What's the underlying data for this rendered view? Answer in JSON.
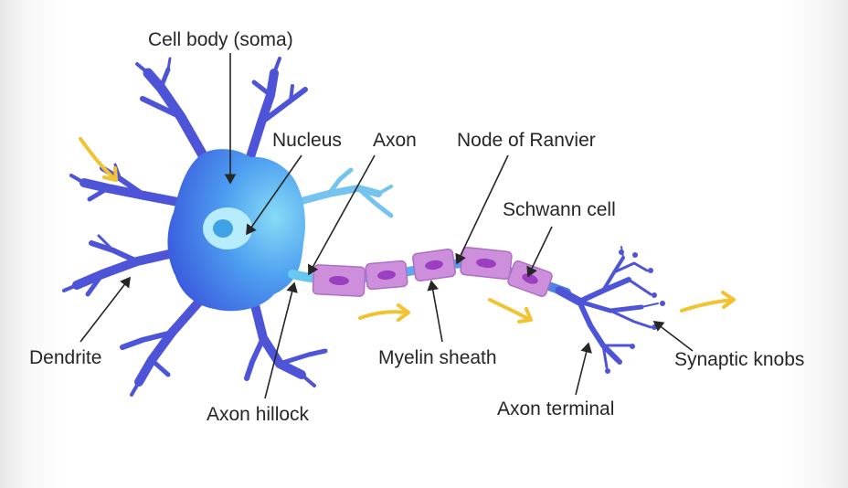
{
  "labels": {
    "cell_body": "Cell body (soma)",
    "nucleus": "Nucleus",
    "axon": "Axon",
    "node_of_ranvier": "Node of Ranvier",
    "schwann_cell": "Schwann cell",
    "dendrite": "Dendrite",
    "axon_hillock": "Axon hillock",
    "myelin_sheath": "Myelin sheath",
    "axon_terminal": "Axon terminal",
    "synaptic_knobs": "Synaptic knobs"
  },
  "colors": {
    "soma_light": "#7fd3f3",
    "soma_dark": "#3a64e0",
    "dendrite": "#4d54d8",
    "nucleus_ring": "#b6ecfb",
    "nucleolus": "#3fa2e6",
    "myelin": "#cd8fdb",
    "myelin_core": "#9b3fc0",
    "axon": "#56b9ea",
    "signal_arrow": "#f2c230",
    "text": "#262626"
  },
  "icons": [
    "signal-arrow-icon"
  ]
}
